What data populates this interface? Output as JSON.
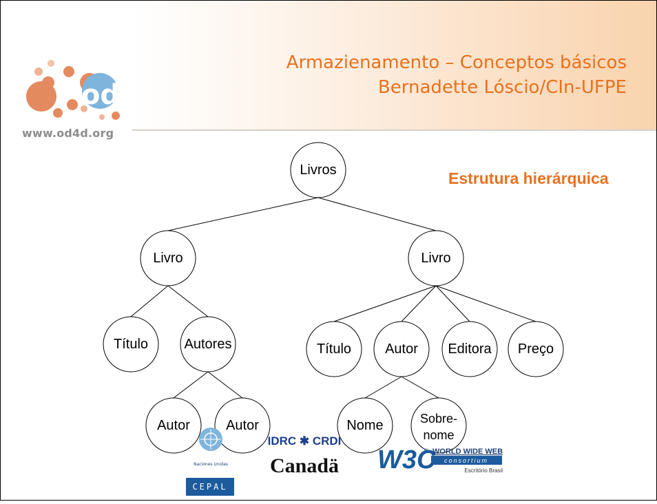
{
  "header": {
    "title_line1": "Armazienamento – Conceptos básicos",
    "title_line2": "Bernadette Lóscio/CIn-UFPE",
    "logo_url": "www.od4d.org",
    "logo_text": "od"
  },
  "slide": {
    "subtitle": "Estrutura hierárquica"
  },
  "diagram": {
    "nodes": {
      "root": "Livros",
      "livro_left": "Livro",
      "livro_right": "Livro",
      "titulo_left": "Título",
      "autores": "Autores",
      "autor_a": "Autor",
      "autor_b": "Autor",
      "titulo_right": "Título",
      "autor_right": "Autor",
      "editora": "Editora",
      "preco": "Preço",
      "nome": "Nome",
      "sobrenome_1": "Sobre-",
      "sobrenome_2": "nome"
    },
    "edges": [
      [
        "root",
        "livro_left"
      ],
      [
        "root",
        "livro_right"
      ],
      [
        "livro_left",
        "titulo_left"
      ],
      [
        "livro_left",
        "autores"
      ],
      [
        "autores",
        "autor_a"
      ],
      [
        "autores",
        "autor_b"
      ],
      [
        "livro_right",
        "titulo_right"
      ],
      [
        "livro_right",
        "autor_right"
      ],
      [
        "livro_right",
        "editora"
      ],
      [
        "livro_right",
        "preco"
      ],
      [
        "autor_right",
        "nome"
      ],
      [
        "autor_right",
        "sobrenome"
      ]
    ]
  },
  "footer": {
    "un_label": "Naciones Unidas",
    "cepal_label": "CEPAL",
    "idrc_label": "IDRC ✱ CRDI",
    "canada_label": "Canadä",
    "w3c_label": "W3C",
    "w3c_trademark": "®",
    "w3c_tagline1": "WORLD WIDE WEB",
    "w3c_tagline2": "consortium",
    "w3c_tagline3": "Escritório Brasil"
  },
  "colors": {
    "accent": "#e8711e",
    "logo_orange": "#e48a5f",
    "logo_blue": "#7fb4dd"
  }
}
